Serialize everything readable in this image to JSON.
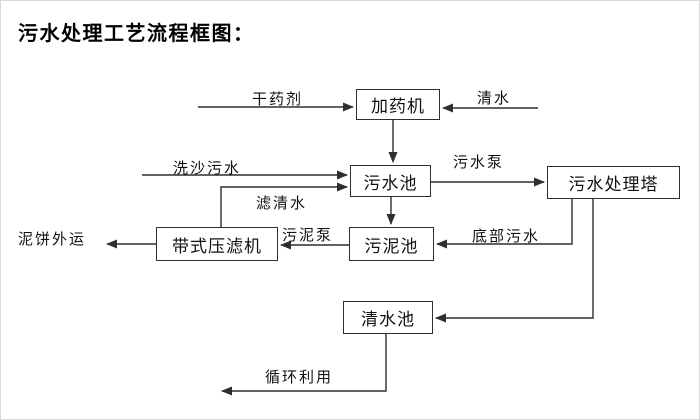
{
  "title": "污水处理工艺流程框图：",
  "diagram": {
    "nodes": {
      "dosing_machine": "加药机",
      "sewage_pool": "污水池",
      "sewage_treatment_tower": "污水处理塔",
      "sludge_pool": "污泥池",
      "belt_filter_press": "带式压滤机",
      "clean_water_pool": "清水池"
    },
    "edge_labels": {
      "dry_agent": "干药剂",
      "clean_water": "清水",
      "sand_washing_sewage": "洗沙污水",
      "filtered_water": "滤清水",
      "sewage_pump": "污水泵",
      "bottom_sewage": "底部污水",
      "sludge_pump": "污泥泵",
      "mud_cake_out": "泥饼外运",
      "recycling": "循环利用"
    },
    "edges": [
      {
        "from": "dry_agent_input",
        "to": "dosing_machine",
        "label": "干药剂"
      },
      {
        "from": "clean_water_input",
        "to": "dosing_machine",
        "label": "清水"
      },
      {
        "from": "dosing_machine",
        "to": "sewage_pool",
        "label": ""
      },
      {
        "from": "sand_washing_input",
        "to": "sewage_pool",
        "label": "洗沙污水"
      },
      {
        "from": "belt_filter_press",
        "to": "sewage_pool",
        "label": "滤清水"
      },
      {
        "from": "sewage_pool",
        "to": "sewage_treatment_tower",
        "label": "污水泵"
      },
      {
        "from": "sewage_pool",
        "to": "sludge_pool",
        "label": ""
      },
      {
        "from": "sewage_treatment_tower",
        "to": "sludge_pool",
        "label": "底部污水"
      },
      {
        "from": "sewage_treatment_tower",
        "to": "clean_water_pool",
        "label": ""
      },
      {
        "from": "sludge_pool",
        "to": "belt_filter_press",
        "label": "污泥泵"
      },
      {
        "from": "belt_filter_press",
        "to": "mud_cake_out",
        "label": "泥饼外运"
      },
      {
        "from": "clean_water_pool",
        "to": "recycling_out",
        "label": "循环利用"
      }
    ],
    "colors": {
      "line": "#2f2f2f",
      "text": "#111111",
      "background": "#ffffff"
    }
  }
}
